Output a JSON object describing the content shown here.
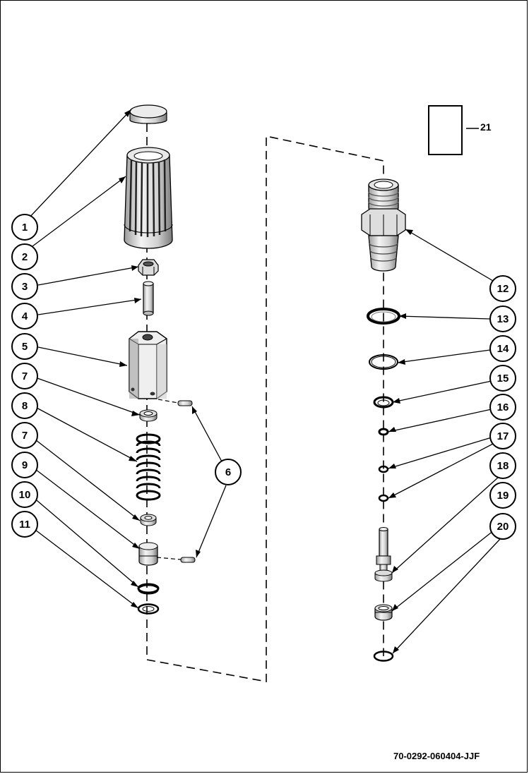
{
  "callouts": {
    "c1": "1",
    "c2": "2",
    "c3": "3",
    "c4": "4",
    "c5": "5",
    "c6": "6",
    "c7a": "7",
    "c7b": "7",
    "c8": "8",
    "c9": "9",
    "c10": "10",
    "c11": "11",
    "c12": "12",
    "c13": "13",
    "c14": "14",
    "c15": "15",
    "c16": "16",
    "c17": "17",
    "c18": "18",
    "c19": "19",
    "c20": "20",
    "c21": "21"
  },
  "drawing_code": "70-0292-060404-JJF",
  "colors": {
    "line": "#000000",
    "part_fill": "#f2f2f2",
    "part_shade": "#bdbdbd",
    "background": "#ffffff"
  }
}
